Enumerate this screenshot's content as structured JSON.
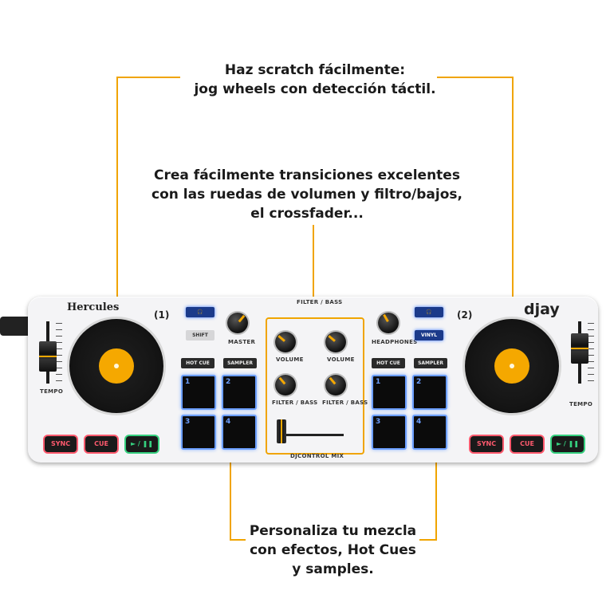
{
  "callouts": {
    "jog": {
      "line1": "Haz scratch fácilmente:",
      "line2": "jog wheels con detección táctil."
    },
    "mixer": {
      "line1": "Crea fácilmente transiciones excelentes",
      "line2": "con las ruedas de volumen y filtro/bajos,",
      "line3": "el crossfader..."
    },
    "pads": {
      "line1": "Personaliza tu mezcla",
      "line2": "con efectos, Hot Cues",
      "line3": "y samples."
    }
  },
  "device": {
    "brand": "Hercules",
    "app_logo": "djay",
    "deck_left": "(1)",
    "deck_right": "(2)",
    "labels": {
      "tempo": "TEMPO",
      "master": "MASTER",
      "headphones": "HEADPHONES",
      "filter_bass": "FILTER / BASS",
      "volume": "VOLUME",
      "model": "DJCONTROL MIX",
      "mixer_header": "FILTER / BASS",
      "shift": "SHIFT",
      "vinyl": "VINYL",
      "hot_cue": "HOT CUE",
      "sampler": "SAMPLER",
      "sync": "SYNC",
      "cue": "CUE",
      "play": "► / ❚❚"
    },
    "pads": [
      "1",
      "2",
      "3",
      "4"
    ],
    "colors": {
      "accent": "#f0a400",
      "pad_glow": "#6b9eff",
      "sync": "#ff5a6e",
      "cue": "#ff5a6e",
      "play": "#35d07f"
    }
  }
}
